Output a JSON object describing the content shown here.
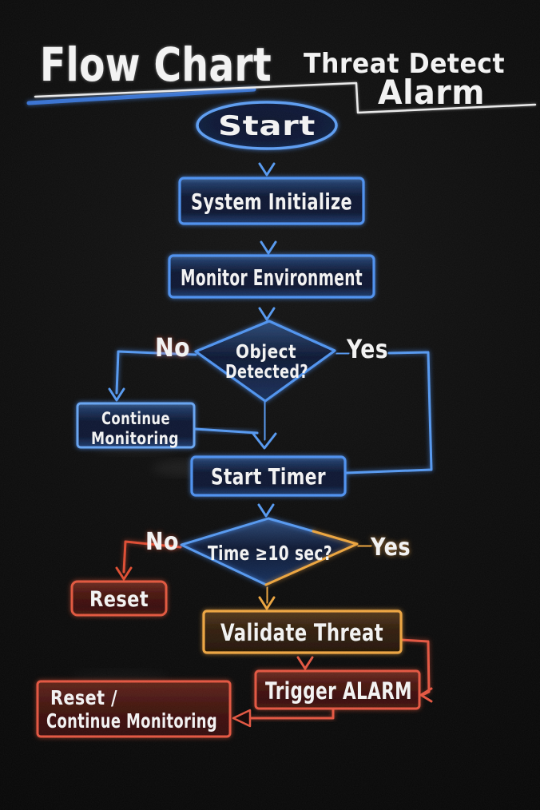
{
  "title": {
    "main": "Flow Chart",
    "subtitle": "Threat Detect",
    "subtitle2": "Alarm"
  },
  "nodes": {
    "start": "Start",
    "system_initialize": "System Initialize",
    "monitor_environment": "Monitor Environment",
    "object_detected": {
      "line1": "Object",
      "line2": "Detected?"
    },
    "continue_monitoring": {
      "line1": "Continue",
      "line2": "Monitoring"
    },
    "start_timer": "Start Timer",
    "time_check": "Time ≥10 sec?",
    "reset": "Reset",
    "validate_threat": "Validate Threat",
    "trigger_alarm": "Trigger ALARM",
    "reset_continue": {
      "line1": "Reset /",
      "line2": "Continue Monitoring"
    }
  },
  "branch_labels": {
    "object_detected_no": "No",
    "object_detected_yes": "Yes",
    "time_check_no": "No",
    "time_check_yes": "Yes"
  },
  "colors": {
    "background": "#0a0a0a",
    "blue_stroke": "#5598ef",
    "navy_fill": "#0d1833",
    "green_yes": "#7cc561",
    "red_no": "#dd4531",
    "orange_stroke": "#eba43e",
    "red_stroke": "#e25540",
    "maroon_fill": "#42130e",
    "brown_fill": "#33200e",
    "text": "#f2f2f2"
  }
}
